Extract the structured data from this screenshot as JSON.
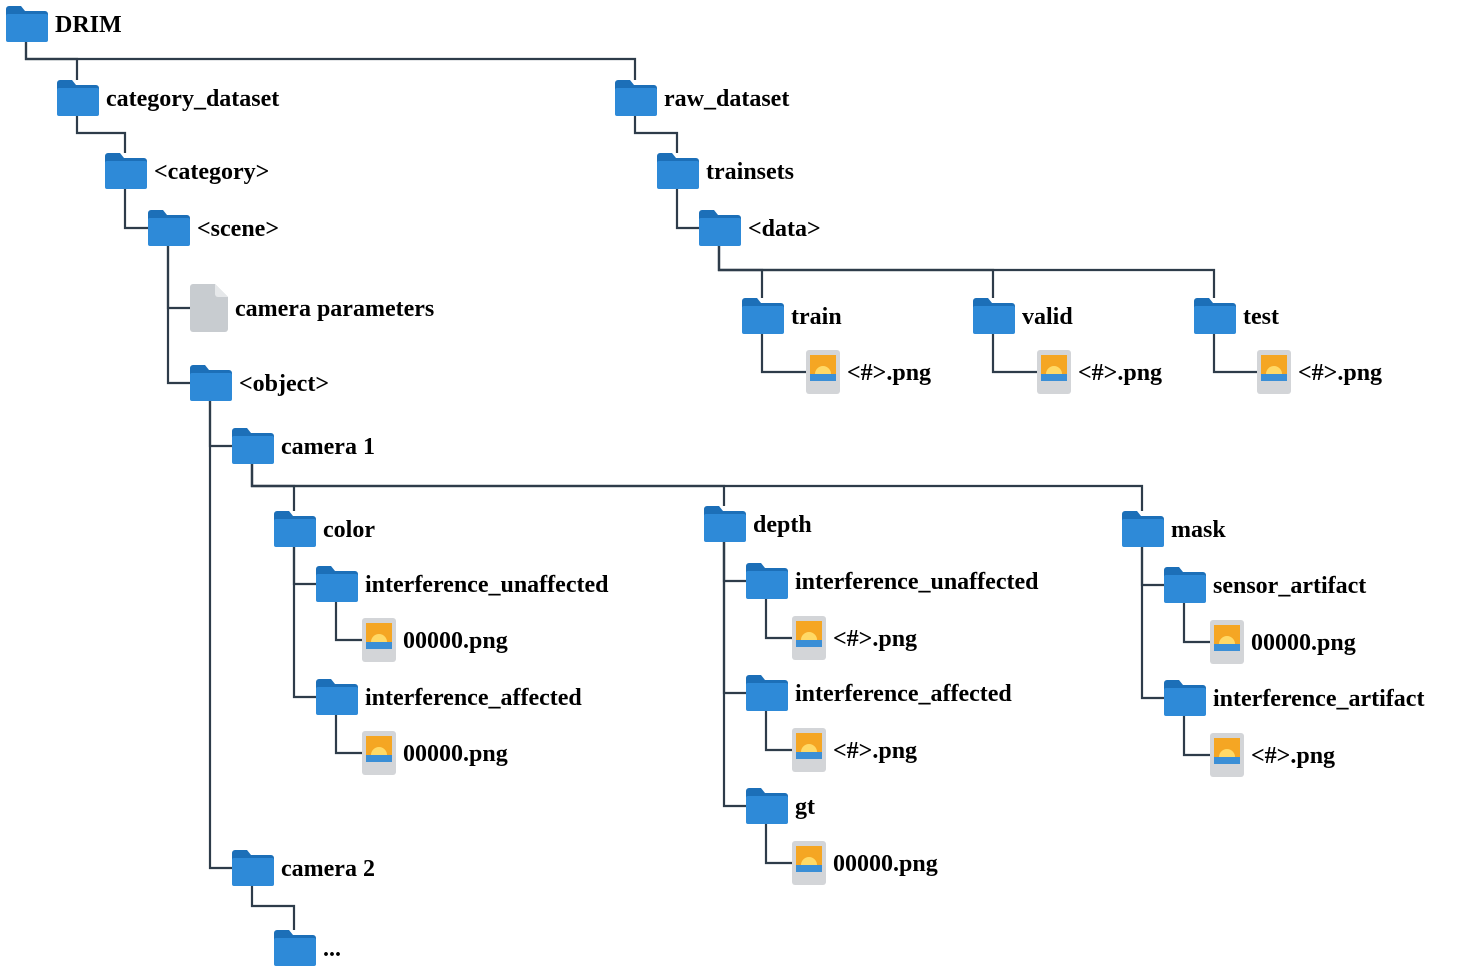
{
  "colors": {
    "folder_body": "#2e8ad8",
    "folder_tab": "#1c6fb8",
    "line": "#2e3c4a",
    "file_page": "#c8ccd0",
    "file_fold": "#e6e8ea",
    "image_frame": "#d3d5d8",
    "image_sky": "#f5a623",
    "image_sun": "#ffd966",
    "image_water": "#3b8fd6"
  },
  "icons": {
    "folder": "folder-icon",
    "file": "file-icon",
    "image": "image-file-icon"
  },
  "tree": {
    "id": "drim",
    "label": "DRIM",
    "type": "folder",
    "children": [
      {
        "id": "category-dataset",
        "label": "category_dataset",
        "type": "folder",
        "children": [
          {
            "id": "category",
            "label": "<category>",
            "type": "folder",
            "children": [
              {
                "id": "scene",
                "label": "<scene>",
                "type": "folder",
                "children": [
                  {
                    "id": "camera-parameters",
                    "label": "camera parameters",
                    "type": "file"
                  },
                  {
                    "id": "object",
                    "label": "<object>",
                    "type": "folder",
                    "children": [
                      {
                        "id": "camera-1",
                        "label": "camera 1",
                        "type": "folder",
                        "children": [
                          {
                            "id": "color",
                            "label": "color",
                            "type": "folder",
                            "children": [
                              {
                                "id": "color-interference-unaffected",
                                "label": "interference_unaffected",
                                "type": "folder",
                                "children": [
                                  {
                                    "id": "color-unaffected-png",
                                    "label": "00000.png",
                                    "type": "image"
                                  }
                                ]
                              },
                              {
                                "id": "color-interference-affected",
                                "label": "interference_affected",
                                "type": "folder",
                                "children": [
                                  {
                                    "id": "color-affected-png",
                                    "label": "00000.png",
                                    "type": "image"
                                  }
                                ]
                              }
                            ]
                          },
                          {
                            "id": "depth",
                            "label": "depth",
                            "type": "folder",
                            "children": [
                              {
                                "id": "depth-interference-unaffected",
                                "label": "interference_unaffected",
                                "type": "folder",
                                "children": [
                                  {
                                    "id": "depth-unaffected-png",
                                    "label": "<#>.png",
                                    "type": "image"
                                  }
                                ]
                              },
                              {
                                "id": "depth-interference-affected",
                                "label": "interference_affected",
                                "type": "folder",
                                "children": [
                                  {
                                    "id": "depth-affected-png",
                                    "label": "<#>.png",
                                    "type": "image"
                                  }
                                ]
                              },
                              {
                                "id": "depth-gt",
                                "label": "gt",
                                "type": "folder",
                                "children": [
                                  {
                                    "id": "depth-gt-png",
                                    "label": "00000.png",
                                    "type": "image"
                                  }
                                ]
                              }
                            ]
                          },
                          {
                            "id": "mask",
                            "label": "mask",
                            "type": "folder",
                            "children": [
                              {
                                "id": "mask-sensor-artifact",
                                "label": "sensor_artifact",
                                "type": "folder",
                                "children": [
                                  {
                                    "id": "mask-sensor-png",
                                    "label": "00000.png",
                                    "type": "image"
                                  }
                                ]
                              },
                              {
                                "id": "mask-interference-artifact",
                                "label": "interference_artifact",
                                "type": "folder",
                                "children": [
                                  {
                                    "id": "mask-interference-png",
                                    "label": "<#>.png",
                                    "type": "image"
                                  }
                                ]
                              }
                            ]
                          }
                        ]
                      },
                      {
                        "id": "camera-2",
                        "label": "camera 2",
                        "type": "folder",
                        "children": [
                          {
                            "id": "camera-2-more",
                            "label": "...",
                            "type": "folder"
                          }
                        ]
                      }
                    ]
                  }
                ]
              }
            ]
          }
        ]
      },
      {
        "id": "raw-dataset",
        "label": "raw_dataset",
        "type": "folder",
        "children": [
          {
            "id": "trainsets",
            "label": "trainsets",
            "type": "folder",
            "children": [
              {
                "id": "data",
                "label": "<data>",
                "type": "folder",
                "children": [
                  {
                    "id": "train",
                    "label": "train",
                    "type": "folder",
                    "children": [
                      {
                        "id": "train-png",
                        "label": "<#>.png",
                        "type": "image"
                      }
                    ]
                  },
                  {
                    "id": "valid",
                    "label": "valid",
                    "type": "folder",
                    "children": [
                      {
                        "id": "valid-png",
                        "label": "<#>.png",
                        "type": "image"
                      }
                    ]
                  },
                  {
                    "id": "test",
                    "label": "test",
                    "type": "folder",
                    "children": [
                      {
                        "id": "test-png",
                        "label": "<#>.png",
                        "type": "image"
                      }
                    ]
                  }
                ]
              }
            ]
          }
        ]
      }
    ]
  }
}
